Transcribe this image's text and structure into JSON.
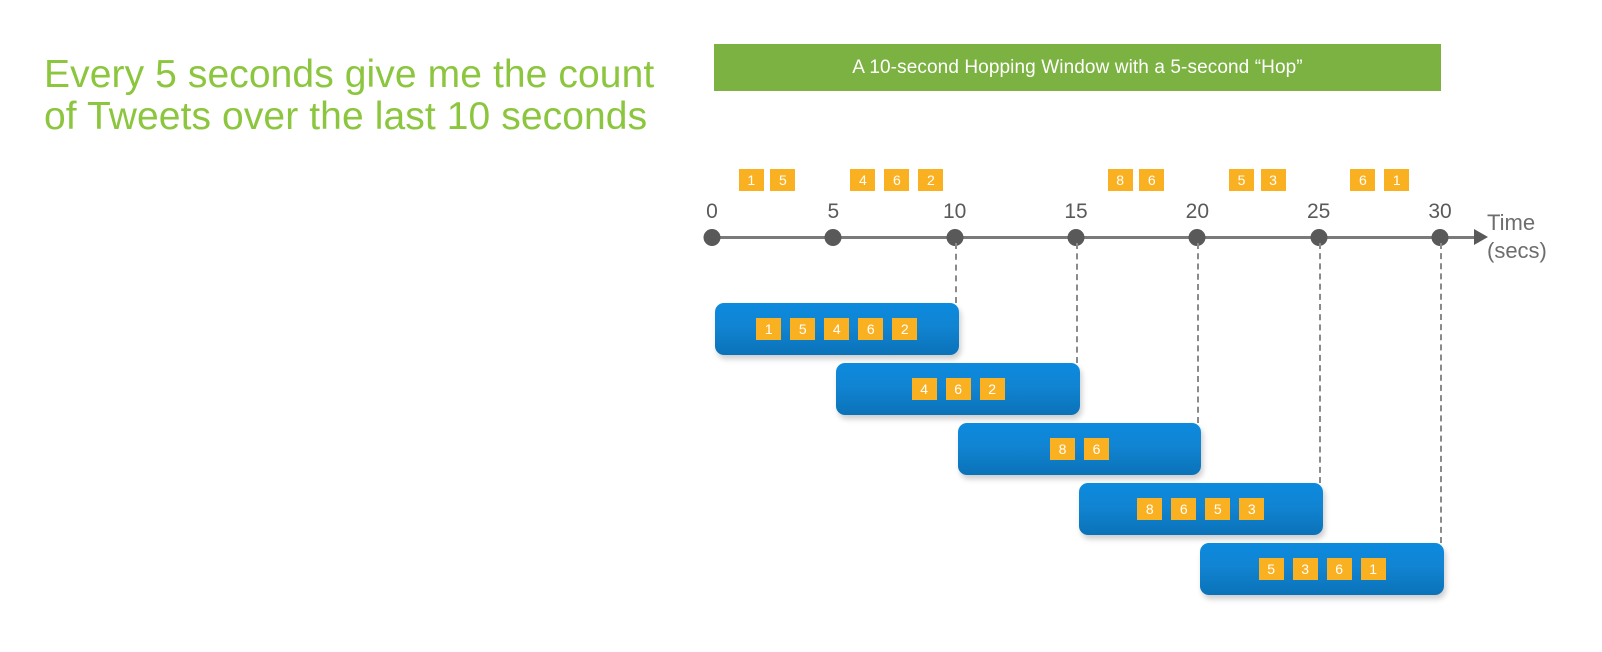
{
  "headline": "Every 5 seconds give me the count of Tweets over the last 10 seconds",
  "banner": {
    "title": "A 10-second Hopping Window with a 5-second “Hop”",
    "color": "#7cb242"
  },
  "colors": {
    "green_text": "#8cc63e",
    "banner_green": "#7cb242",
    "tweet_orange": "#f9b122",
    "window_blue": "#0c8ade",
    "axis_gray": "#595959"
  },
  "axis": {
    "label_line1": "Time",
    "label_line2": "(secs)",
    "ticks": [
      {
        "label": "0",
        "value": 0
      },
      {
        "label": "5",
        "value": 5
      },
      {
        "label": "10",
        "value": 10
      },
      {
        "label": "15",
        "value": 15
      },
      {
        "label": "20",
        "value": 20
      },
      {
        "label": "25",
        "value": 25
      },
      {
        "label": "30",
        "value": 30
      }
    ]
  },
  "chart_data": {
    "type": "table",
    "title": "A 10-second Hopping Window with a 5-second “Hop”",
    "xlabel": "Time (secs)",
    "xlim": [
      0,
      30
    ],
    "x_ticks": [
      0,
      5,
      10,
      15,
      20,
      25,
      30
    ],
    "grid": false,
    "legend": "none",
    "tweets_on_axis": [
      {
        "value": "1",
        "time": 1.6
      },
      {
        "value": "5",
        "time": 2.9
      },
      {
        "value": "4",
        "time": 6.2
      },
      {
        "value": "6",
        "time": 7.6
      },
      {
        "value": "2",
        "time": 9.0
      },
      {
        "value": "8",
        "time": 16.8
      },
      {
        "value": "6",
        "time": 18.1
      },
      {
        "value": "5",
        "time": 21.8
      },
      {
        "value": "3",
        "time": 23.1
      },
      {
        "value": "6",
        "time": 26.8
      },
      {
        "value": "1",
        "time": 28.2
      }
    ],
    "windows": [
      {
        "start": 0,
        "end": 10,
        "tweets": [
          "1",
          "5",
          "4",
          "6",
          "2"
        ]
      },
      {
        "start": 5,
        "end": 15,
        "tweets": [
          "4",
          "6",
          "2"
        ]
      },
      {
        "start": 10,
        "end": 20,
        "tweets": [
          "8",
          "6"
        ]
      },
      {
        "start": 15,
        "end": 25,
        "tweets": [
          "8",
          "6",
          "5",
          "3"
        ]
      },
      {
        "start": 20,
        "end": 30,
        "tweets": [
          "5",
          "3",
          "6",
          "1"
        ]
      }
    ]
  }
}
